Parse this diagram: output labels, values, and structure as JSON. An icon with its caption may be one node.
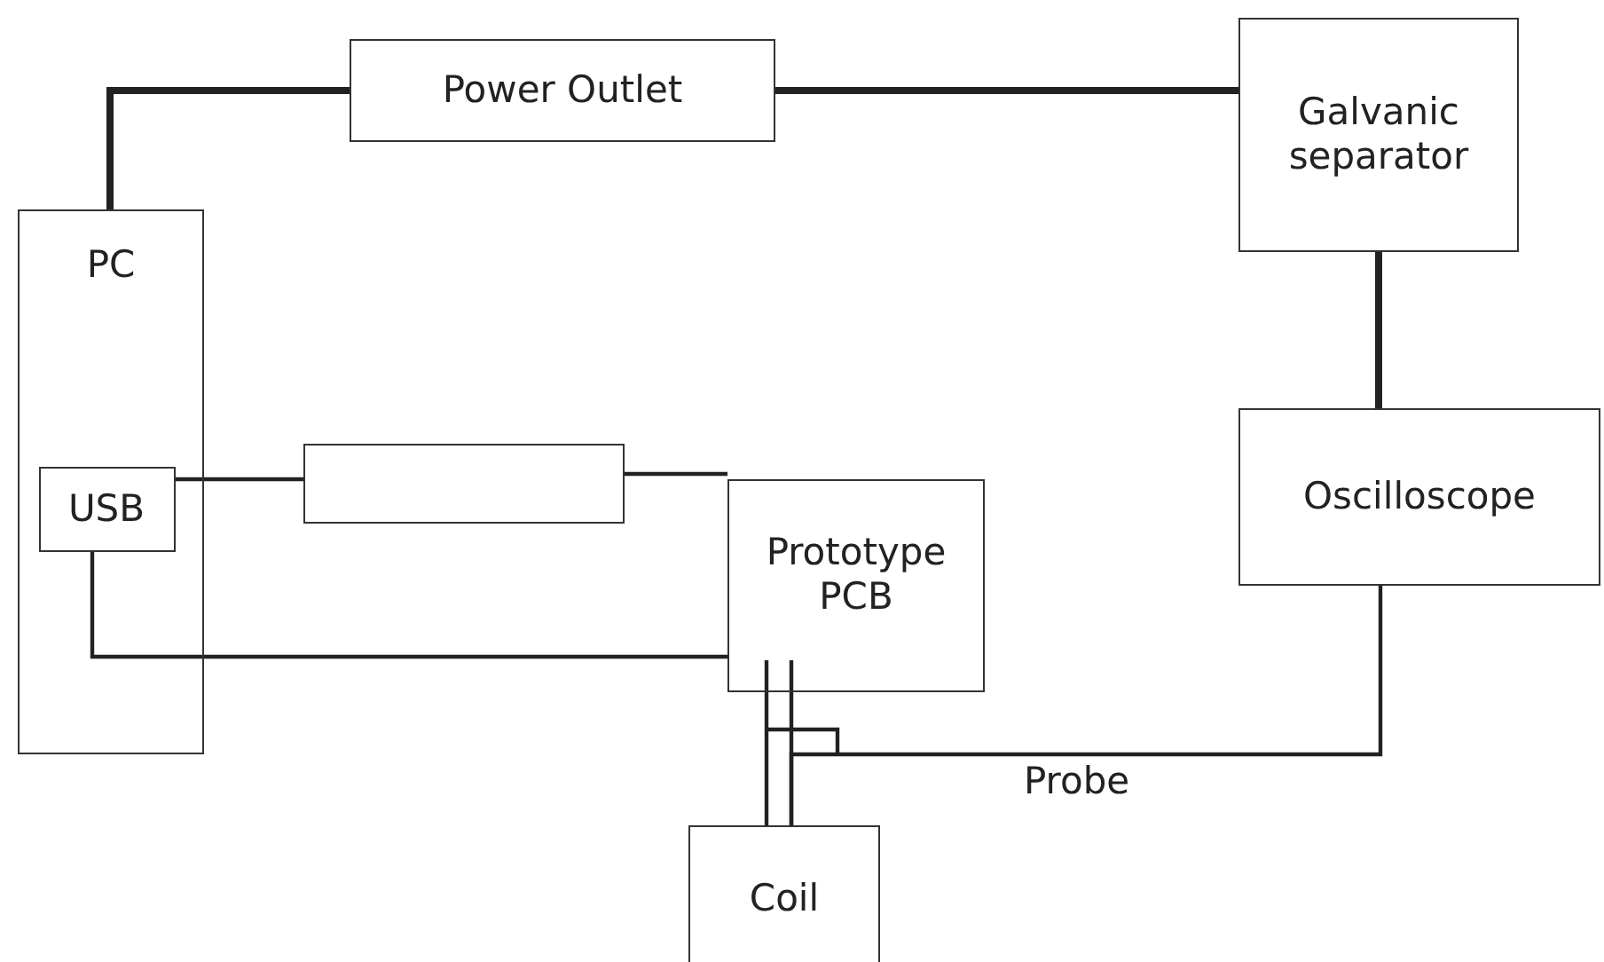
{
  "diagram": {
    "nodes": [
      {
        "text": [
          "Power Outlet"
        ]
      },
      {
        "text": [
          "Galvanic separator"
        ]
      },
      {
        "text": [
          "PC"
        ]
      },
      {
        "text": [
          "USB"
        ],
        "in": 2
      },
      {
        "text": [],
        "shape": "box"
      },
      {
        "text": [
          "Prototype PCB"
        ]
      },
      {
        "text": [
          "Oscilloscope"
        ]
      },
      {
        "text": [
          "Coil"
        ]
      }
    ],
    "edges": [
      {
        "from": 2,
        "to": 0,
        "arrow": "none",
        "style": "thick"
      },
      {
        "from": 0,
        "to": 1,
        "arrow": "none",
        "style": "thick"
      },
      {
        "from": 1,
        "to": 6,
        "arrow": "none",
        "style": "thick"
      },
      {
        "from": 3,
        "to": 4,
        "arrow": "none"
      },
      {
        "from": 4,
        "to": 5,
        "arrow": "none"
      },
      {
        "from": 3,
        "to": 5,
        "arrow": "none"
      },
      {
        "from": 5,
        "to": 7,
        "arrow": "none"
      },
      {
        "from": 5,
        "to": 7,
        "arrow": "none"
      },
      {
        "from": 6,
        "to": 7,
        "arrow": "none",
        "label": "Probe"
      }
    ]
  }
}
